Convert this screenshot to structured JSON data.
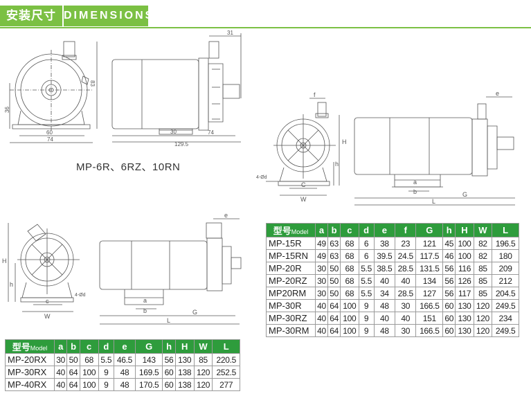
{
  "header": {
    "title_cn": "安装尺寸",
    "title_en": "DIMENSIONS"
  },
  "figure1": {
    "caption": "MP-6R、6RZ、10RN",
    "dims": {
      "d31": "31",
      "d83": "83",
      "d36": "36",
      "d60": "60",
      "d74a": "74",
      "d30": "30",
      "d74b": "74",
      "d1295": "129.5"
    }
  },
  "figure2": {
    "labels": {
      "f": "f",
      "e": "e",
      "H": "H",
      "h": "h",
      "d": "4-Ød",
      "c": "C",
      "w": "W",
      "a": "a",
      "b": "b",
      "g": "G",
      "l": "L"
    }
  },
  "figure3": {
    "labels": {
      "e": "e",
      "H": "H",
      "h": "h",
      "d": "4-Ød",
      "c": "c",
      "w": "W",
      "a": "a",
      "b": "b",
      "g": "G",
      "l": "L"
    }
  },
  "tableA": {
    "header_cn": "型号",
    "header_en": "Model",
    "columns": [
      "a",
      "b",
      "c",
      "d",
      "e",
      "f",
      "G",
      "h",
      "H",
      "W",
      "L"
    ],
    "rows": [
      {
        "model": "MP-15R",
        "values": [
          "49",
          "63",
          "68",
          "6",
          "38",
          "23",
          "121",
          "45",
          "100",
          "82",
          "196.5"
        ]
      },
      {
        "model": "MP-15RN",
        "values": [
          "49",
          "63",
          "68",
          "6",
          "39.5",
          "24.5",
          "117.5",
          "46",
          "100",
          "82",
          "180"
        ]
      },
      {
        "model": "MP-20R",
        "values": [
          "30",
          "50",
          "68",
          "5.5",
          "38.5",
          "28.5",
          "131.5",
          "56",
          "116",
          "85",
          "209"
        ]
      },
      {
        "model": "MP-20RZ",
        "values": [
          "30",
          "50",
          "68",
          "5.5",
          "40",
          "40",
          "134",
          "56",
          "126",
          "85",
          "212"
        ]
      },
      {
        "model": "MP20RM",
        "values": [
          "30",
          "50",
          "68",
          "5.5",
          "34",
          "28.5",
          "127",
          "56",
          "117",
          "85",
          "204.5"
        ]
      },
      {
        "model": "MP-30R",
        "values": [
          "40",
          "64",
          "100",
          "9",
          "48",
          "30",
          "166.5",
          "60",
          "130",
          "120",
          "249.5"
        ]
      },
      {
        "model": "MP-30RZ",
        "values": [
          "40",
          "64",
          "100",
          "9",
          "40",
          "40",
          "151",
          "60",
          "130",
          "120",
          "234"
        ]
      },
      {
        "model": "MP-30RM",
        "values": [
          "40",
          "64",
          "100",
          "9",
          "48",
          "30",
          "166.5",
          "60",
          "130",
          "120",
          "249.5"
        ]
      }
    ]
  },
  "tableB": {
    "header_cn": "型号",
    "header_en": "Model",
    "columns": [
      "a",
      "b",
      "c",
      "d",
      "e",
      "G",
      "h",
      "H",
      "W",
      "L"
    ],
    "rows": [
      {
        "model": "MP-20RX",
        "values": [
          "30",
          "50",
          "68",
          "5.5",
          "46.5",
          "143",
          "56",
          "130",
          "85",
          "220.5"
        ]
      },
      {
        "model": "MP-30RX",
        "values": [
          "40",
          "64",
          "100",
          "9",
          "48",
          "169.5",
          "60",
          "138",
          "120",
          "252.5"
        ]
      },
      {
        "model": "MP-40RX",
        "values": [
          "40",
          "64",
          "100",
          "9",
          "48",
          "170.5",
          "60",
          "138",
          "120",
          "277"
        ]
      }
    ]
  }
}
